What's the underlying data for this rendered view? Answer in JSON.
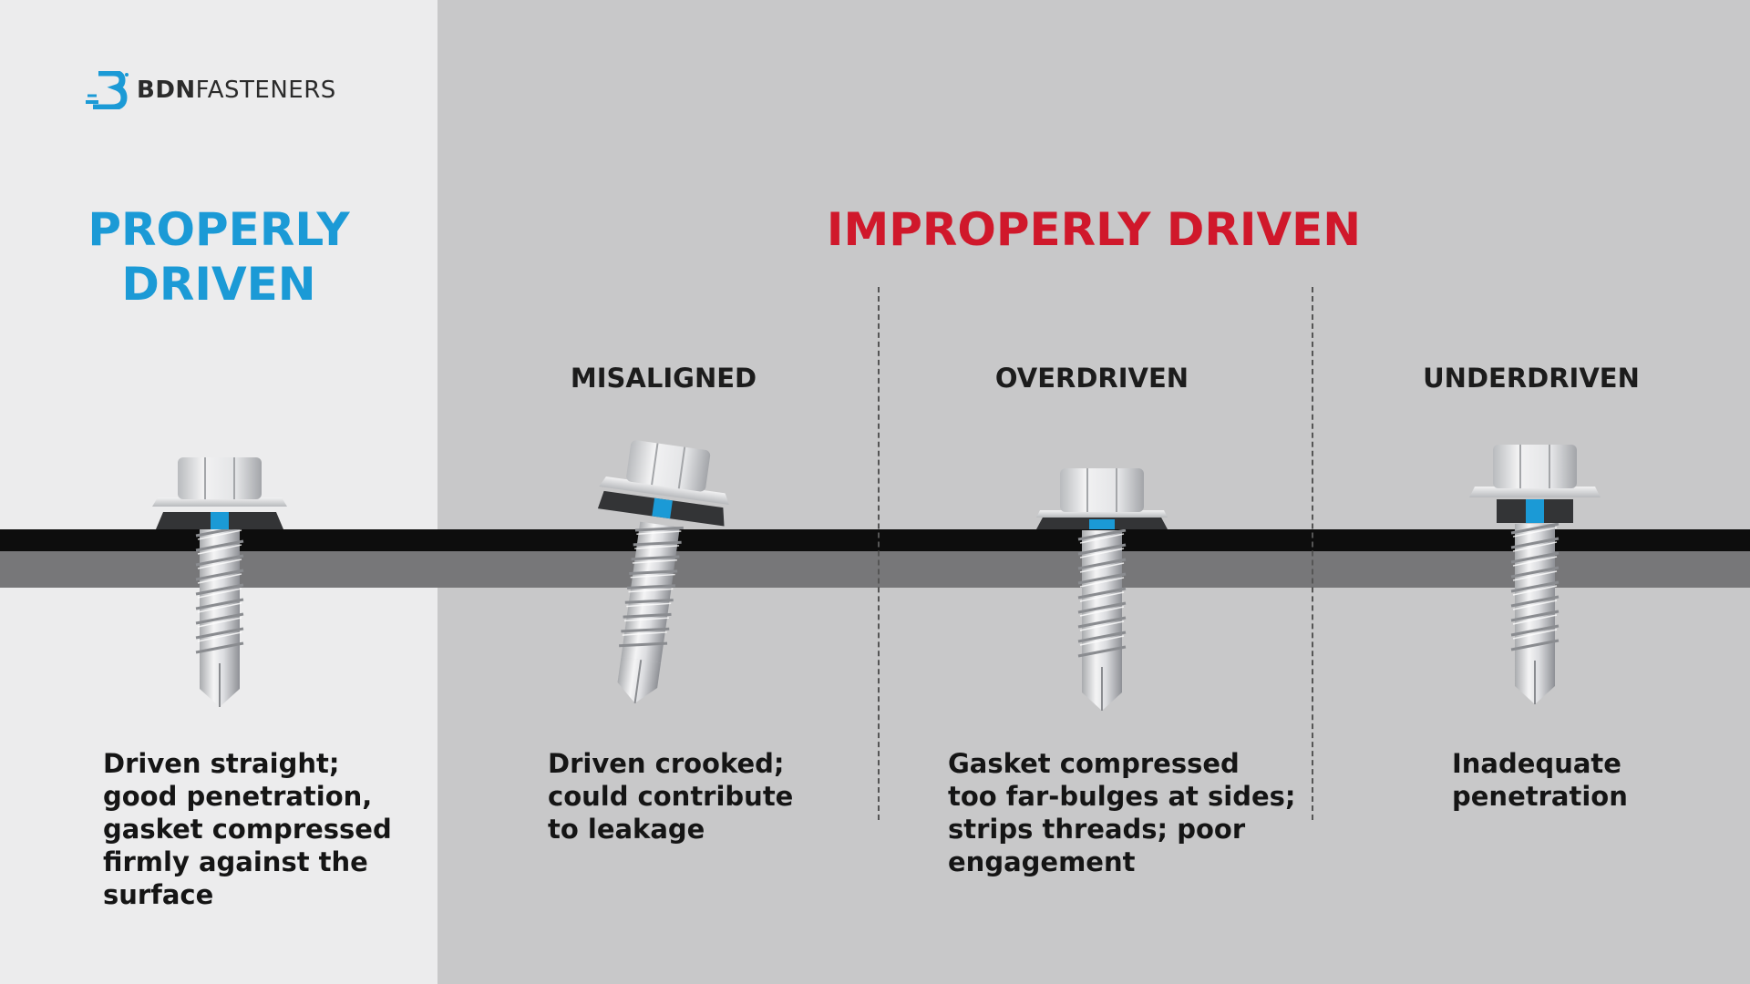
{
  "logo": {
    "brand_bold": "BDN",
    "brand_light": "FASTENERS"
  },
  "properly": {
    "heading_line1": "PROPERLY",
    "heading_line2": "DRIVEN",
    "description": [
      "Driven straight;",
      "good penetration,",
      "gasket compressed",
      "firmly against the",
      "surface"
    ]
  },
  "improperly": {
    "heading": "IMPROPERLY DRIVEN"
  },
  "cases": [
    {
      "label": "MISALIGNED",
      "description": [
        "Driven crooked;",
        "could contribute",
        "to leakage"
      ]
    },
    {
      "label": "OVERDRIVEN",
      "description": [
        "Gasket compressed",
        "too far-bulges at sides;",
        "strips threads; poor",
        "engagement"
      ]
    },
    {
      "label": "UNDERDRIVEN",
      "description": [
        "Inadequate",
        "penetration"
      ]
    }
  ],
  "colors": {
    "proper": "#1b9ad6",
    "improper": "#d0182b",
    "washer_accent": "#1b9ad6"
  },
  "icons": [
    "bdn-logo-icon",
    "screw-icon"
  ]
}
